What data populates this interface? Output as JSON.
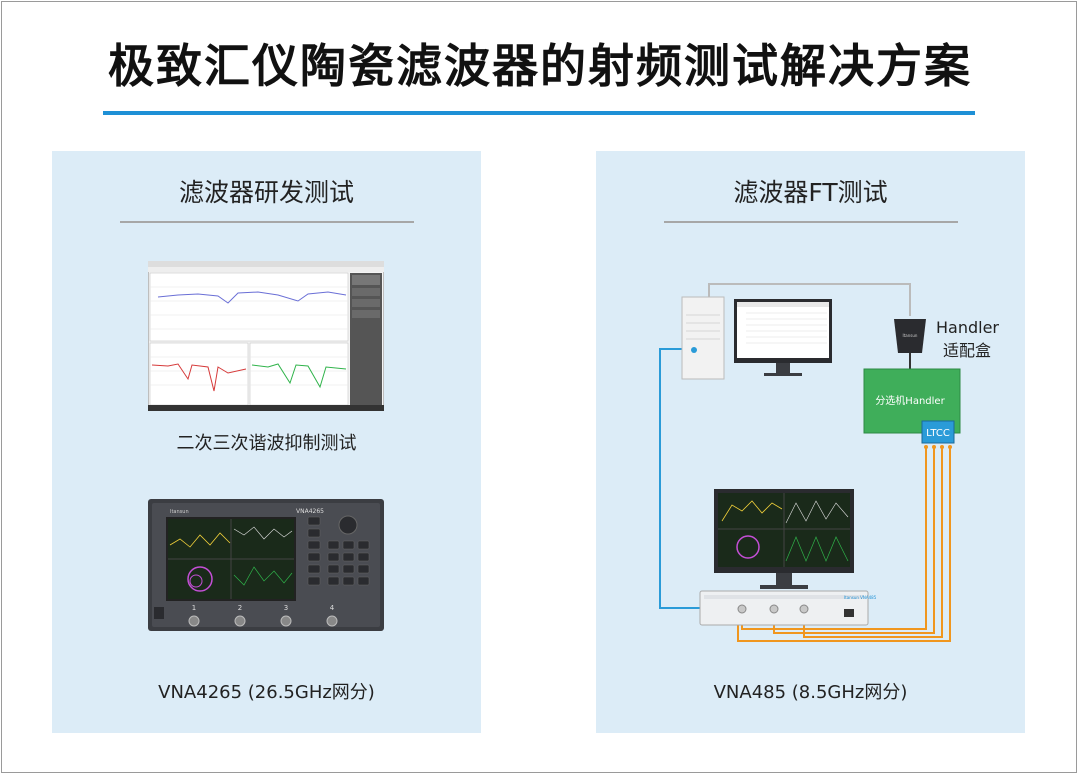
{
  "title": "极致汇仪陶瓷滤波器的射频测试解决方案",
  "left_panel": {
    "title": "滤波器研发测试",
    "screenshot_caption": "二次三次谐波抑制测试",
    "instrument_caption": "VNA4265 (26.5GHz网分)",
    "instrument_model_label": "VNA4265",
    "port_labels": [
      "1",
      "2",
      "3",
      "4"
    ]
  },
  "right_panel": {
    "title": "滤波器FT测试",
    "handler_box_label_line1": "Handler",
    "handler_box_label_line2": "适配盒",
    "handler_label": "分选机Handler",
    "ltcc_label": "LTCC",
    "instrument_caption": "VNA485 (8.5GHz网分)"
  },
  "colors": {
    "accent_blue": "#1e90d6",
    "panel_bg": "#dcecf7",
    "handler_green": "#3fae5a",
    "cable_orange": "#f0961e",
    "cable_blue": "#2a9bd8"
  }
}
